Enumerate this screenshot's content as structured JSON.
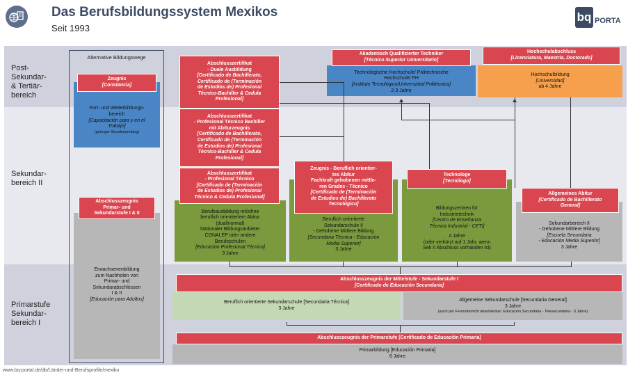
{
  "header": {
    "title": "Das Berufsbildungssystem Mexikos",
    "subtitle": "Seit 1993",
    "logo_text": "PORTA",
    "logo_mark": "bq"
  },
  "levels": {
    "post": "Post-\nSekundar-\n& Tertiär-\nbereich",
    "sek2": "Sekundar-\nbereich II",
    "prim": "Primarstufe\nSekundar-\nbereich I"
  },
  "alt": {
    "header": "Alternative Bildungswege",
    "zeugnis_title": "Zeugnis",
    "zeugnis_sub": "[Constancia]",
    "fort_1": "Fort- und Weiterbildungs-\nbereich",
    "fort_2": "[Capacitación para y en el\nTrabajo]",
    "fort_3": "(geringer Stundenumfang)",
    "abschluss": "Abschlusszeugnis\nPrimar- und\nSekundarstufe I & II",
    "erw_1": "Erwachsenenbildung\nzum Nachholen von\nPrimar- und\nSekundarabschlüssen\nI & II",
    "erw_2": "[Educación para Adultos]"
  },
  "cert": {
    "c1_1": "Abschlusszertifikat\n- Duale Ausbildung",
    "c1_2": "[Certificado de Bachillerato,\nCertificado de (Terminación\nde Estudios de) Profesional\nTécnico-Bachiller & Cedula\nProfesional]",
    "c2_1": "Abschlusszertifikat\n- Profesional Técnico Bachiller\nmit Abiturzeugnis",
    "c2_2": "[Certificado de Bachillerato,\nCertificado de (Terminación\nde Estudios de) Profesional\nTécnico-Bachiller & Cedula\nProfesional]",
    "c3_1": "Abschlusszertifikat\n- Profesional Técnico",
    "c3_2": "[Certificado de (Terminación\nde Estudios de) Profesional\nTécnico & Cedula Profesional]",
    "zb_1": "Zeugnis - Beruflich orientier-\ntes Abitur\nFachkraft gehobenen mittle-\nren Grades - Técnico",
    "zb_2": "[Certificado de (Terminación\nde Estudios de) Bachillerato\nTecnológico]",
    "tech_1": "Technologe",
    "tech_2": "[Tecnólogo]",
    "abi_1": "Allgemeines Abitur",
    "abi_2": "[Certificado de Bachillerato\nGeneral]",
    "aqt_1": "Akademisch Qualifizierter Techniker",
    "aqt_2": "[Técnico Superior Universitario]",
    "hsa_1": "Hochschulabschluss",
    "hsa_2": "[Licenciatura, Maestría, Doctorado]",
    "ms_1": "Abschlusszeugnis der Mittelstufe - Sekundarstufe I",
    "ms_2": "[Certificado de Educación Secundaria]",
    "ps": "Abschlusszeugnis der Primarstufe [Certificado de Educación Primaria]"
  },
  "inst": {
    "th_1": "Technologische Hochschule/ Politechnische\nHochschule/ FH",
    "th_2": "[Instituto Tecnológico/Universidad Politécnica]",
    "th_3": "2-3 Jahre",
    "hs_1": "Hochschulbildung",
    "hs_2": "[Universidad]",
    "hs_3": "ab 4 Jahre",
    "ba_1": "Berufsausbildung mit/ohne\nberuflich orientiertem Abitur\n(dual/normal)\nNationaler Bildungsanbieter\nCONALEP oder andere\nBerufsschulen",
    "ba_2": "[Educación Profesional Técnica]",
    "ba_3": "3 Jahre",
    "bs_1": "Beruflich orientierte\nSekundarschule II\n- Gehobene Mittlere Bildung",
    "bs_2": "[Secundaria Técnica - Educación\nMedia Superior]",
    "bs_3": "3 Jahre",
    "bz_1": "Bildungszentren für\nIndustrietechnik",
    "bz_2": "[Centro de Enseñanza\nTécnica Industrial - CETI]",
    "bz_3": "4 Jahre\n(oder verkürzt auf 1 Jahr, wenn\nSek II Abschluss vorhanden ist)",
    "sb_1": "Sekundarbereich II\n- Gehobene Mittlere Bildung",
    "sb_2": "[Escuela Secundaria\n- Educación Media Superior]",
    "sb_3": "3 Jahre",
    "bos_1": "Beruflich orientierte Sekundarschule [Secundaria Técnica]",
    "bos_2": "3 Jahre",
    "as_1": "Allgemeine Sekundarschule [Secundaria General]",
    "as_2": "3 Jahre",
    "as_3": "(auch per Fernunterricht absolvierbar: Educación Secundaria - Telesecundaria - 3 Jahre)",
    "pb_1": "Primarbildung [Educación Primaria]",
    "pb_2": "6 Jahre"
  },
  "footer": "www.bq-portal.de/db/Länder-und-Berufsprofile/mexiko",
  "colors": {
    "red": "#d9464f",
    "green": "#7a9a3d",
    "light_green": "#c5d8b5",
    "grey": "#b7b7b7",
    "blue": "#4a86c5",
    "orange": "#f6a04d",
    "band_dark": "#cfd2dc",
    "band_light": "#e8e9ee",
    "title": "#3c4a64"
  }
}
